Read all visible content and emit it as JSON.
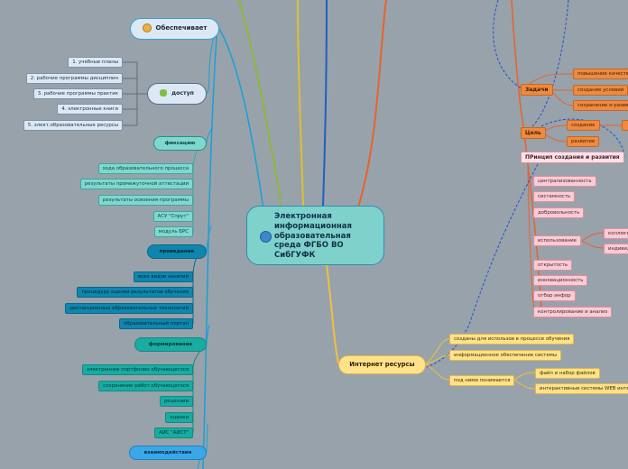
{
  "central": {
    "title": "Электронная информационная образовательная среда ФГБО ВО СибГУФК",
    "icon": "globe-icon"
  },
  "left": {
    "provides": {
      "label": "Обеспечивает",
      "icon": "people-icon"
    },
    "access": {
      "label": "доступ",
      "icon": "phone-icon",
      "items": [
        "1. учебные планы",
        "2. рабочие программы дисциплин",
        "3. рабочие программы практик",
        "4. электронные книги",
        "5. элект.образовательные ресурсы"
      ]
    },
    "fixation": {
      "label": "фиксацию",
      "items": [
        "хода образовательного процесса",
        "результаты промежуточной аттестации",
        "результаты освоения программы",
        "АСУ \"Спрут\"",
        "модуль БРС"
      ]
    },
    "conducting": {
      "label": "проведение",
      "items": [
        "всех видов занятий",
        "процедуру оценки результатов обучения",
        "дистанционных образовательных технологий",
        "образовательный портал"
      ]
    },
    "forming": {
      "label": "формирование",
      "items": [
        "электронное портфолио обучающегося",
        "сохранение работ обучающегося",
        "рецензии",
        "оценки",
        "АИС \"АИСТ\""
      ]
    },
    "interaction": {
      "label": "взаимодействия"
    }
  },
  "right": {
    "tasks": {
      "label": "Задачи",
      "items": [
        "повышение качеств",
        "создание условий",
        "сохранение и разви"
      ]
    },
    "goal": {
      "label": "Цель",
      "items": [
        "создание",
        "развитие"
      ]
    },
    "principle": {
      "label": "ПРинцип создания и развития",
      "items": [
        "централизованность",
        "системность",
        "добровольность",
        "использование",
        "открытость",
        "инновационность",
        "отбор инфор",
        "контролирование и анализ"
      ],
      "usage_sub": [
        "коллект",
        "индивид"
      ]
    }
  },
  "internet": {
    "label": "Интернет ресурсы",
    "items": [
      "созданы для использов в процессе обучения",
      "информационное обеспечение системы",
      "под ними понимается"
    ],
    "sub": [
      "файл и набор файлов",
      "интерактивные системы WEB интер"
    ]
  },
  "colors": {
    "background": "#98a2ab",
    "left_branch": "#1a9fd6",
    "right_branch": "#e8622c",
    "internet_branch": "#f0c040",
    "top_branch_blue": "#1f5fbf",
    "top_branch_green": "#8bb83a"
  }
}
